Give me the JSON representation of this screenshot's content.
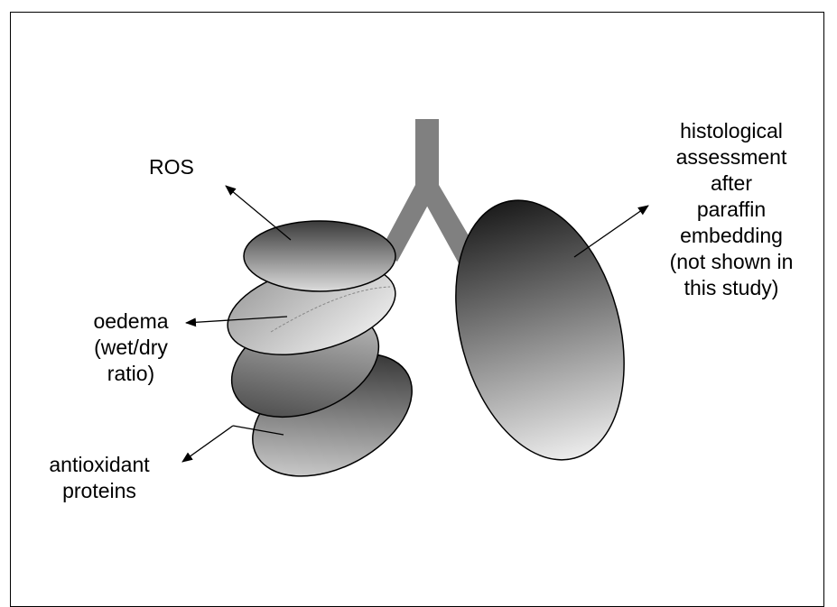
{
  "labels": {
    "ros": "ROS",
    "oedema": [
      "oedema",
      "(wet/dry",
      "ratio)"
    ],
    "antioxidant": [
      "antioxidant",
      "proteins"
    ],
    "histology": [
      "histological",
      "assessment",
      "after",
      "paraffin",
      "embedding",
      "(not shown in",
      "this study)"
    ]
  },
  "colors": {
    "trachea": "#808080",
    "lobe_dark": "#1a1a1a",
    "lobe_light": "#e8e8e8",
    "outline": "#000000"
  }
}
